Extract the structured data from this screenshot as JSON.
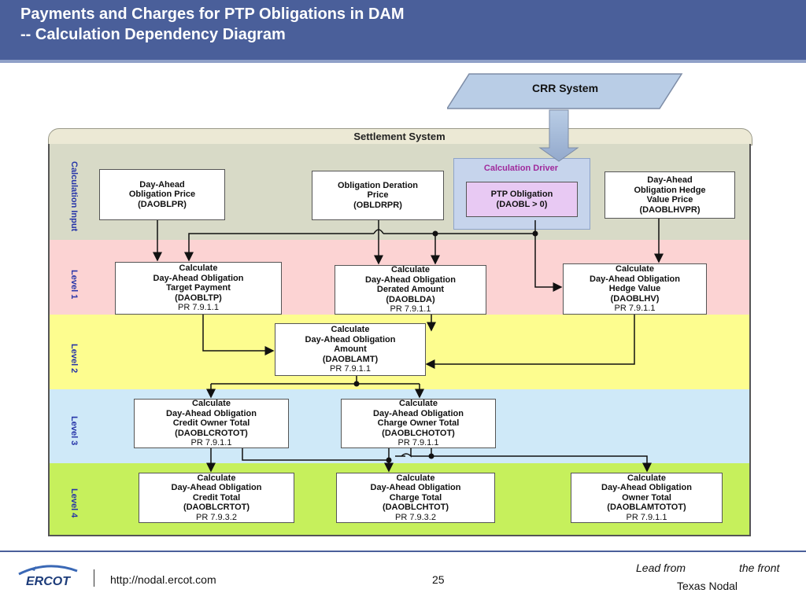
{
  "header": {
    "title_line1": "Payments and Charges for PTP Obligations in DAM",
    "title_line2": "-- Calculation Dependency Diagram",
    "background_color": "#4a5f9a"
  },
  "diagram": {
    "crr_system": "CRR System",
    "settlement_system": "Settlement System",
    "bands": [
      {
        "label": "Calculation Input",
        "color": "#d8dac7"
      },
      {
        "label": "Level 1",
        "color": "#fcd3d3"
      },
      {
        "label": "Level 2",
        "color": "#fdfd8f"
      },
      {
        "label": "Level 3",
        "color": "#cfe9f8"
      },
      {
        "label": "Level 4",
        "color": "#c6f05c"
      }
    ],
    "calculation_driver": {
      "label": "Calculation Driver",
      "box_line1": "PTP Obligation",
      "box_line2": "(DAOBL > 0)"
    },
    "inputs": [
      {
        "line1": "Day-Ahead",
        "line2": "Obligation Price",
        "line3": "(DAOBLPR)"
      },
      {
        "line1": "Obligation Deration",
        "line2": "Price",
        "line3": "(OBLDRPR)"
      },
      {
        "line1": "Day-Ahead",
        "line2": "Obligation Hedge",
        "line3": "Value Price",
        "line4": "(DAOBLHVPR)"
      }
    ],
    "level1": [
      {
        "line1": "Calculate",
        "line2": "Day-Ahead Obligation",
        "line3": "Target Payment",
        "line4": "(DAOBLTP)",
        "pr": "PR 7.9.1.1"
      },
      {
        "line1": "Calculate",
        "line2": "Day-Ahead Obligation",
        "line3": "Derated Amount",
        "line4": "(DAOBLDA)",
        "pr": "PR 7.9.1.1"
      },
      {
        "line1": "Calculate",
        "line2": "Day-Ahead Obligation",
        "line3": "Hedge Value",
        "line4": "(DAOBLHV)",
        "pr": "PR 7.9.1.1"
      }
    ],
    "level2": [
      {
        "line1": "Calculate",
        "line2": "Day-Ahead Obligation",
        "line3": "Amount",
        "line4": "(DAOBLAMT)",
        "pr": "PR 7.9.1.1"
      }
    ],
    "level3": [
      {
        "line1": "Calculate",
        "line2": "Day-Ahead Obligation",
        "line3": "Credit Owner Total",
        "line4": "(DAOBLCROTOT)",
        "pr": "PR 7.9.1.1"
      },
      {
        "line1": "Calculate",
        "line2": "Day-Ahead Obligation",
        "line3": "Charge Owner Total",
        "line4": "(DAOBLCHOTOT)",
        "pr": "PR 7.9.1.1"
      }
    ],
    "level4": [
      {
        "line1": "Calculate",
        "line2": "Day-Ahead Obligation",
        "line3": "Credit Total",
        "line4": "(DAOBLCRTOT)",
        "pr": "PR 7.9.3.2"
      },
      {
        "line1": "Calculate",
        "line2": "Day-Ahead Obligation",
        "line3": "Charge Total",
        "line4": "(DAOBLCHTOT)",
        "pr": "PR 7.9.3.2"
      },
      {
        "line1": "Calculate",
        "line2": "Day-Ahead Obligation",
        "line3": "Owner Total",
        "line4": "(DAOBLAMTOTOT)",
        "pr": "PR 7.9.1.1"
      }
    ]
  },
  "footer": {
    "logo_text": "ERCOT",
    "url": "http://nodal.ercot.com",
    "page_number": "25",
    "tagline_left": "Lead from",
    "tagline_right": "the front",
    "tagline_bottom": "Texas Nodal"
  }
}
